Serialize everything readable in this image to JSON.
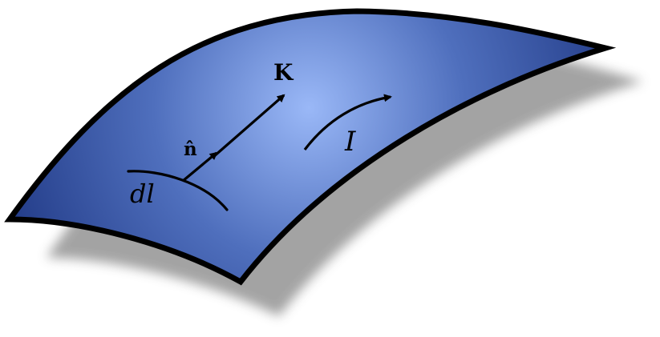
{
  "labels": {
    "surface_current": "K",
    "normal_vector": "n̂",
    "line_element": "dl",
    "current": "I"
  },
  "colors": {
    "surface_center": "#9ab8f7",
    "surface_mid": "#4f6fbd",
    "surface_edge": "#1c3480",
    "outline": "#000000",
    "shadow": "#9a9a9a",
    "background": "#ffffff"
  }
}
